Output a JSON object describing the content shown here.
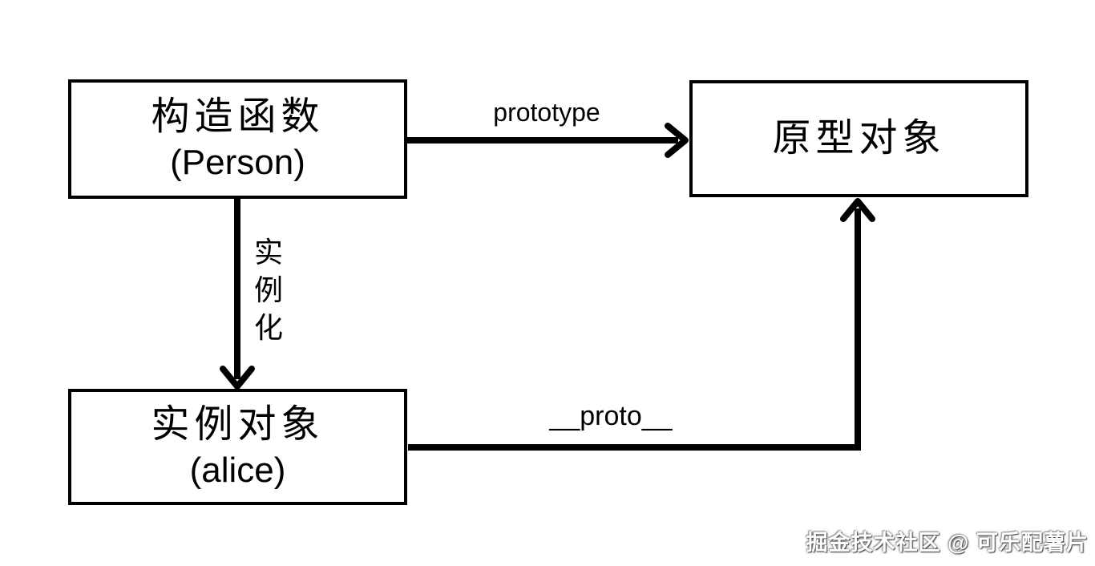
{
  "canvas": {
    "background": "#ffffff",
    "stroke_color": "#000000"
  },
  "diagram": {
    "constructor_box": {
      "title": "构造函数",
      "subtitle": "(Person)"
    },
    "prototype_box": {
      "title": "原型对象"
    },
    "instance_box": {
      "title": "实例对象",
      "subtitle": "(alice)"
    },
    "edges": {
      "prototype": {
        "label": "prototype"
      },
      "instantiation": {
        "label": "实例化"
      },
      "proto": {
        "label": "__proto__"
      }
    }
  },
  "watermark": {
    "text": "掘金技术社区 @ 可乐配薯片"
  }
}
